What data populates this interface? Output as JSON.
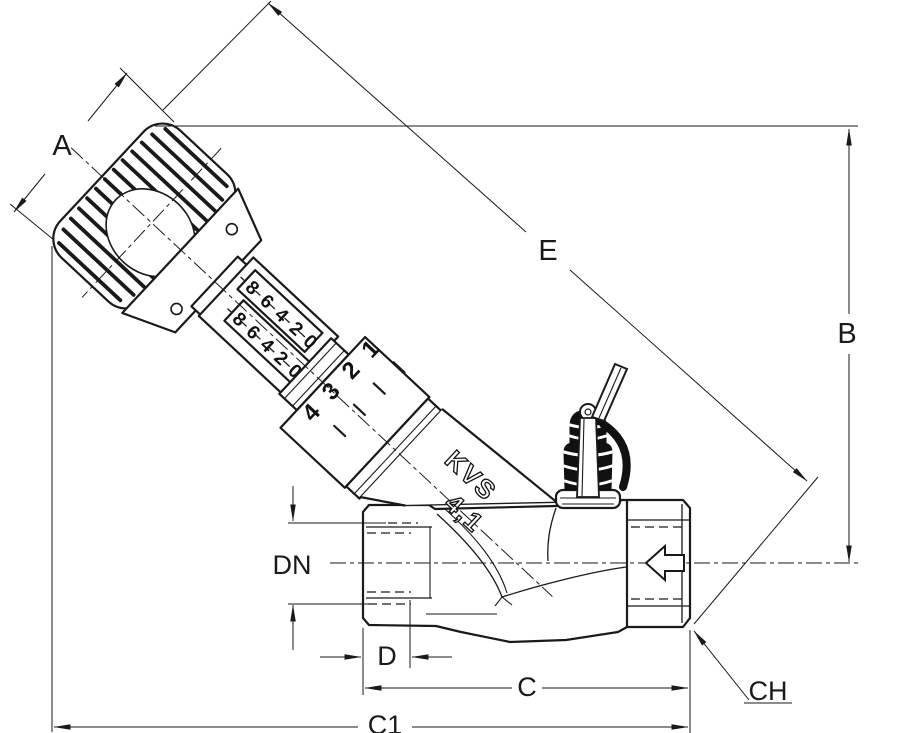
{
  "figure": {
    "type": "valve-technical-drawing",
    "colors": {
      "line": "#1a1a1a",
      "dark_fill": "#111111",
      "background": "#ffffff"
    },
    "dimension_labels": {
      "a": "A",
      "b": "B",
      "c": "C",
      "c1": "C1",
      "d": "D",
      "dn": "DN",
      "e": "E",
      "ch": "CH"
    },
    "marking": {
      "line1": "KVS",
      "line2": "4,1"
    },
    "scale": {
      "coarse": [
        "4",
        "3",
        "2",
        "1"
      ],
      "fine_upper": [
        "8",
        "6",
        "4",
        "2",
        "0"
      ],
      "fine_lower": [
        "8",
        "6",
        "4",
        "2",
        "0"
      ]
    },
    "flow": {
      "direction": "left",
      "icon": "flow-direction-arrow"
    }
  }
}
